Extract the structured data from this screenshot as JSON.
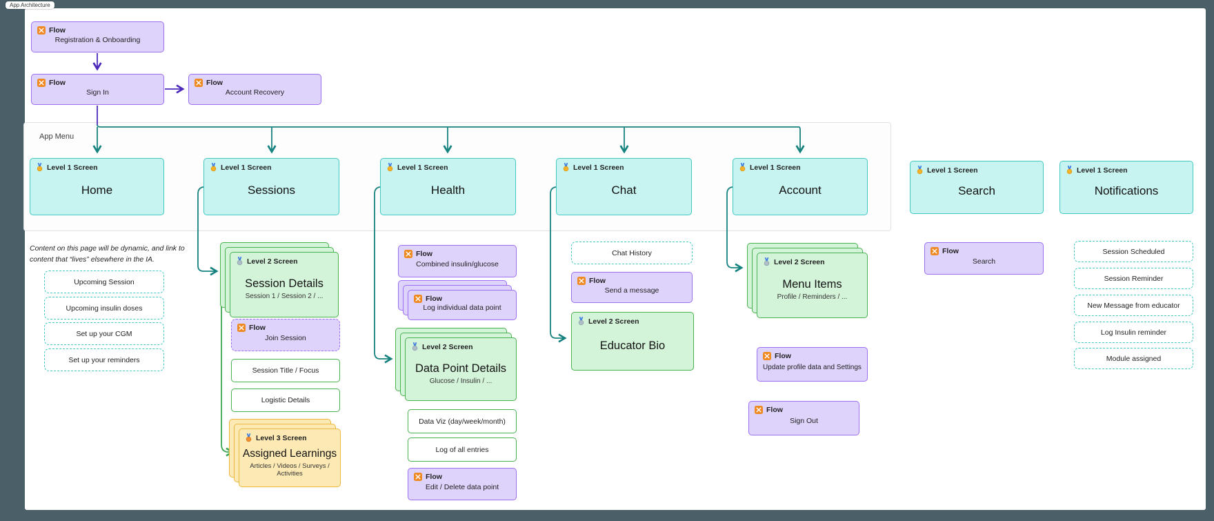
{
  "section_label": "App Architecture",
  "labels": {
    "flow": "Flow",
    "level1": "Level 1 Screen",
    "level2": "Level 2 Screen",
    "level3": "Level 3 Screen"
  },
  "colors": {
    "page_bg": "#4a5f68",
    "canvas_bg": "#ffffff",
    "flow_fill": "#ded3fb",
    "flow_border": "#9c6ef3",
    "level1_fill": "#c7f3f0",
    "level1_border": "#40c8c2",
    "level2_fill": "#d4f4da",
    "level2_border": "#47b14d",
    "level3_fill": "#fce9b4",
    "level3_border": "#eeb63c",
    "connector_teal": "#16827f",
    "connector_purple": "#4b27bb",
    "connector_green": "#3aa64f",
    "flow_icon_orange": "#ef8a23"
  },
  "auth": {
    "registration": {
      "title": "Registration & Onboarding"
    },
    "sign_in": {
      "title": "Sign In"
    },
    "account_recovery": {
      "title": "Account Recovery"
    }
  },
  "app_menu": {
    "label": "App Menu",
    "screens": {
      "home": "Home",
      "sessions": "Sessions",
      "health": "Health",
      "chat": "Chat",
      "account": "Account"
    }
  },
  "standalone": {
    "search": "Search",
    "notifications": "Notifications"
  },
  "home_branch": {
    "note": "Content on this page will be dynamic, and link to content that “lives” elsewhere in the IA.",
    "items": [
      "Upcoming Session",
      "Upcoming insulin doses",
      "Set up your CGM",
      "Set up your reminders"
    ]
  },
  "sessions_branch": {
    "session_details": {
      "title": "Session Details",
      "subtitle": "Session 1 / Session 2 / ..."
    },
    "join_session": "Join Session",
    "plain_items": [
      "Session Title / Focus",
      "Logistic Details"
    ],
    "assigned_learnings": {
      "title": "Assigned Learnings",
      "subtitle": "Articles / Videos / Surveys / Activities"
    }
  },
  "health_branch": {
    "combined_flow": "Combined insulin/glucose",
    "log_individual_flow": "Log individual data point",
    "data_point_details": {
      "title": "Data Point Details",
      "subtitle": "Glucose / Insulin / ..."
    },
    "plain_items": [
      "Data Viz (day/week/month)",
      "Log of all entries"
    ],
    "edit_delete_flow": "Edit / Delete data point"
  },
  "chat_branch": {
    "chat_history": "Chat History",
    "send_message_flow": "Send a message",
    "educator_bio": {
      "title": "Educator Bio"
    }
  },
  "account_branch": {
    "menu_items": {
      "title": "Menu Items",
      "subtitle": "Profile / Reminders / ..."
    },
    "update_profile_flow": "Update profile data and Settings",
    "sign_out_flow": "Sign Out"
  },
  "search_branch": {
    "search_flow": "Search"
  },
  "notifications_branch": {
    "items": [
      "Session Scheduled",
      "Session Reminder",
      "New Message from educator",
      "Log Insulin reminder",
      "Module assigned"
    ]
  }
}
